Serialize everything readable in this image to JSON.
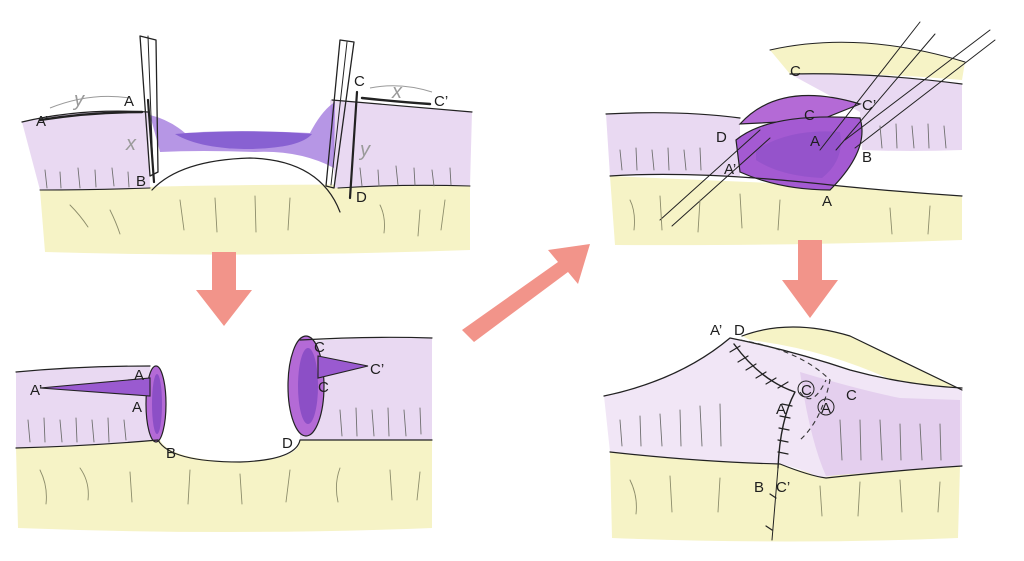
{
  "colors": {
    "skin": "#e9d9f2",
    "skin_light": "#f1e6f6",
    "fat": "#f6f3c6",
    "wound_purple": "#7a3fd0",
    "flap_purple": "#b46ad6",
    "arrow": "#f2948a"
  },
  "panels": {
    "top_left": {
      "labels": {
        "a_prime": "A’",
        "y_left": "y",
        "a": "A",
        "x_left": "x",
        "b": "B",
        "c": "C",
        "x_right": "x",
        "c_prime": "C’",
        "y_right": "y",
        "d": "D"
      }
    },
    "bottom_left": {
      "labels": {
        "a_prime": "A’",
        "a_top": "A",
        "a_bottom": "A",
        "b": "B",
        "c_top": "C",
        "c_prime": "C’",
        "c_bottom": "C",
        "d": "D"
      }
    },
    "top_right": {
      "labels": {
        "c_top": "C",
        "c_center": "C",
        "c_prime": "C’",
        "a_center": "A",
        "d": "D",
        "a_prime": "A’",
        "b": "B",
        "a_bottom": "A"
      }
    },
    "bottom_right": {
      "labels": {
        "a_prime": "A’",
        "d": "D",
        "c_circled": "C",
        "a_left": "A",
        "a_circled": "A",
        "c_right": "C",
        "b": "B",
        "c_prime": "C’"
      }
    }
  },
  "arrows": [
    "arrow-down-left",
    "arrow-diagonal",
    "arrow-down-right"
  ]
}
